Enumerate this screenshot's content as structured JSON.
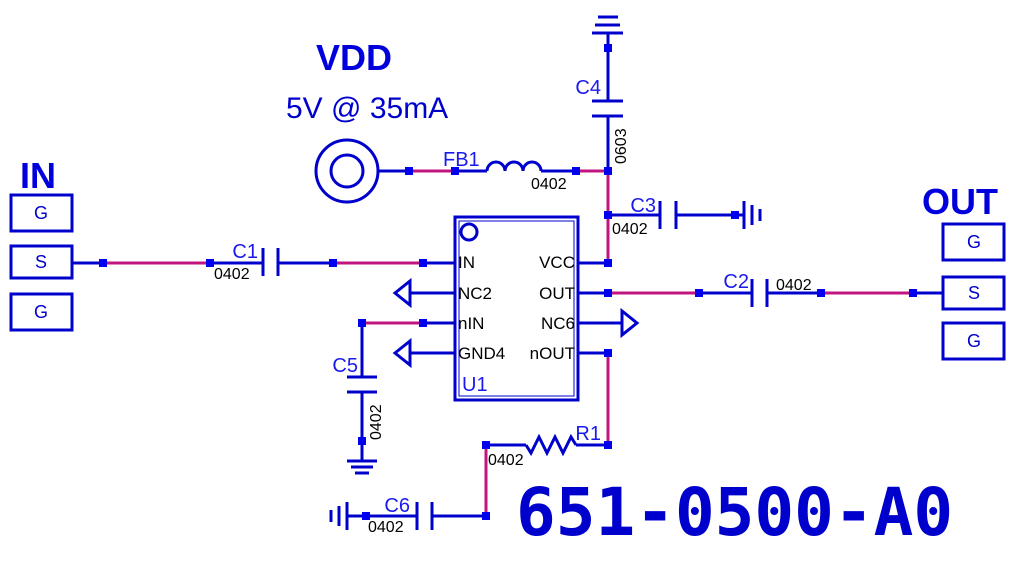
{
  "title": "651-0500-A0",
  "supply": {
    "name": "VDD",
    "spec": "5V @ 35mA"
  },
  "connectors": {
    "input": {
      "label": "IN",
      "pins": [
        "G",
        "S",
        "G"
      ]
    },
    "output": {
      "label": "OUT",
      "pins": [
        "G",
        "S",
        "G"
      ]
    }
  },
  "ic": {
    "ref": "U1",
    "left_pins": [
      "IN",
      "NC2",
      "nIN",
      "GND4"
    ],
    "right_pins": [
      "VCC",
      "OUT",
      "NC6",
      "nOUT"
    ]
  },
  "components": {
    "C1": {
      "ref": "C1",
      "package": "0402"
    },
    "C2": {
      "ref": "C2",
      "package": "0402"
    },
    "C3": {
      "ref": "C3",
      "package": "0402"
    },
    "C4": {
      "ref": "C4",
      "package": "0603"
    },
    "C5": {
      "ref": "C5",
      "package": "0402"
    },
    "C6": {
      "ref": "C6",
      "package": "0402"
    },
    "FB1": {
      "ref": "FB1",
      "package": "0402"
    },
    "R1": {
      "ref": "R1",
      "package": "0402"
    }
  },
  "colors": {
    "wire": "#0000cc",
    "net": "#c0157f",
    "text": "#1a1aee"
  }
}
